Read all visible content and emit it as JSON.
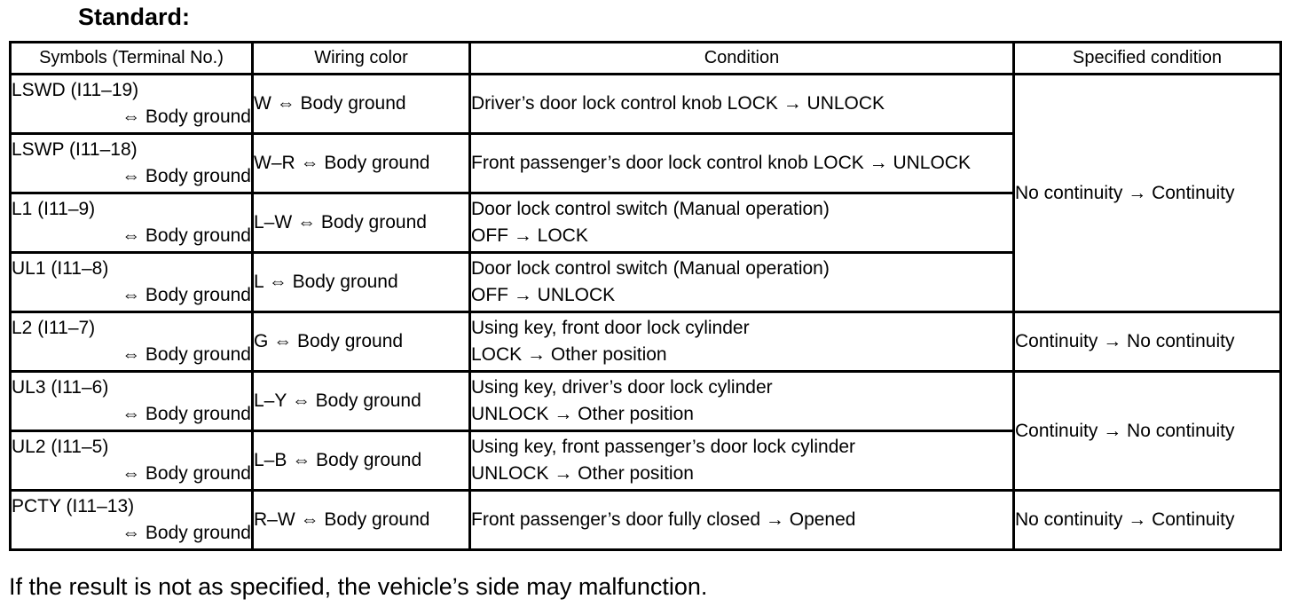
{
  "heading": "Standard:",
  "columns": [
    "Symbols (Terminal No.)",
    "Wiring color",
    "Condition",
    "Specified condition"
  ],
  "rows": [
    {
      "symbol": "LSWD (I11–19)",
      "ground": "⇔ Body ground",
      "wiring": "W ⇔ Body ground",
      "cond1": "Driver’s door lock control knob LOCK → UNLOCK",
      "cond2": ""
    },
    {
      "symbol": "LSWP (I11–18)",
      "ground": "⇔ Body ground",
      "wiring": "W–R ⇔ Body ground",
      "cond1": "Front passenger’s door lock control knob LOCK → UNLOCK",
      "cond2": ""
    },
    {
      "symbol": "L1 (I11–9)",
      "ground": "⇔ Body ground",
      "wiring": "L–W ⇔ Body ground",
      "cond1": "Door lock control switch (Manual operation)",
      "cond2": "OFF → LOCK"
    },
    {
      "symbol": "UL1 (I11–8)",
      "ground": "⇔ Body ground",
      "wiring": "L ⇔ Body ground",
      "cond1": "Door lock control switch (Manual operation)",
      "cond2": "OFF → UNLOCK"
    },
    {
      "symbol": "L2 (I11–7)",
      "ground": "⇔ Body ground",
      "wiring": "G ⇔ Body ground",
      "cond1": "Using key, front door lock cylinder",
      "cond2": "LOCK → Other position"
    },
    {
      "symbol": "UL3 (I11–6)",
      "ground": "⇔ Body ground",
      "wiring": "L–Y ⇔ Body ground",
      "cond1": "Using key, driver’s door lock cylinder",
      "cond2": "UNLOCK → Other position"
    },
    {
      "symbol": "UL2 (I11–5)",
      "ground": "⇔ Body ground",
      "wiring": "L–B ⇔ Body ground",
      "cond1": "Using key, front passenger’s door lock cylinder",
      "cond2": "UNLOCK → Other position"
    },
    {
      "symbol": "PCTY (I11–13)",
      "ground": "⇔ Body ground",
      "wiring": "R–W ⇔ Body ground",
      "cond1": "Front passenger’s door fully closed → Opened",
      "cond2": ""
    }
  ],
  "specified": [
    "No continuity → Continuity",
    "Continuity → No continuity",
    "Continuity → No continuity",
    "No continuity → Continuity"
  ],
  "footer": "If the result is not as specified, the vehicle’s side may malfunction."
}
